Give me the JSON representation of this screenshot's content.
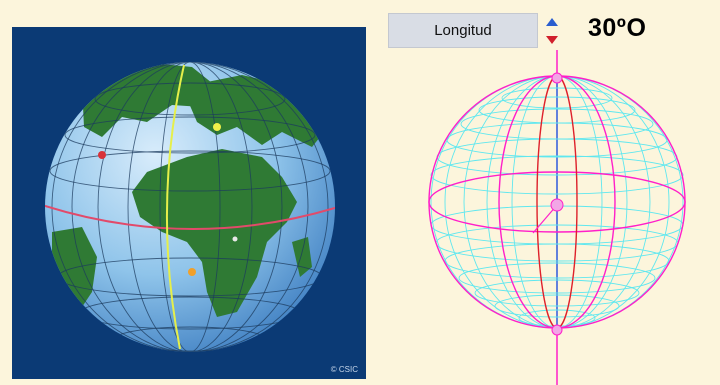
{
  "control": {
    "label": "Longitud",
    "value": "30ºO"
  },
  "spinner": {
    "up_icon": "up-arrow-icon",
    "down_icon": "down-arrow-icon",
    "up_color": "#2a5ecf",
    "down_color": "#d1202c"
  },
  "globe": {
    "credit": "© CSIC",
    "equator_color": "#e24a6a",
    "meridian_color": "#e6ef4a",
    "land_color": "#2f7a34",
    "ocean_color": "#8fc4ea"
  },
  "wireframe": {
    "mesh_color": "#5fe7ef",
    "great_circle_color": "#ff1fc9",
    "meridian_color": "#e0202a",
    "axis_color": "#2e7de0"
  }
}
